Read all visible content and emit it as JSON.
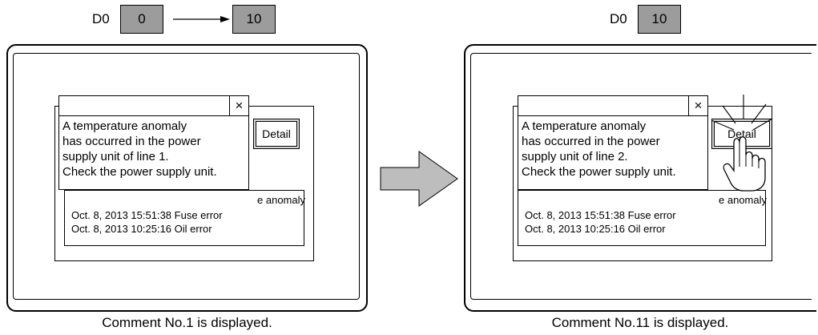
{
  "left": {
    "device_label": "D0",
    "value_before": "0",
    "value_after": "10",
    "popup_lines": [
      "A temperature anomaly",
      "has occurred in the power",
      "supply unit of line 1.",
      "Check the power supply unit."
    ],
    "close_symbol": "×",
    "detail_label": "Detail",
    "list_partial": "e anomaly",
    "list_rows": [
      "Oct. 8, 2013 15:51:38 Fuse error",
      "Oct. 8, 2013 10:25:16 Oil error"
    ],
    "caption": "Comment No.1 is displayed."
  },
  "right": {
    "device_label": "D0",
    "value": "10",
    "popup_lines": [
      "A temperature anomaly",
      "has occurred in the power",
      "supply unit of line 2.",
      "Check the power supply unit."
    ],
    "close_symbol": "×",
    "detail_label": "Detail",
    "list_partial": "e anomaly",
    "list_rows": [
      "Oct. 8, 2013 15:51:38 Fuse error",
      "Oct. 8, 2013 10:25:16 Oil error"
    ],
    "caption": "Comment No.11 is displayed."
  },
  "icons": {
    "transition_arrow": "right-arrow-icon",
    "value_change_arrow": "thin-right-arrow-icon",
    "touch": "pointing-hand-icon"
  },
  "colors": {
    "device_box": "#9c9c9c",
    "transition_arrow_fill": "#bdbdbd",
    "detail_frame": "#d8d8d8"
  }
}
